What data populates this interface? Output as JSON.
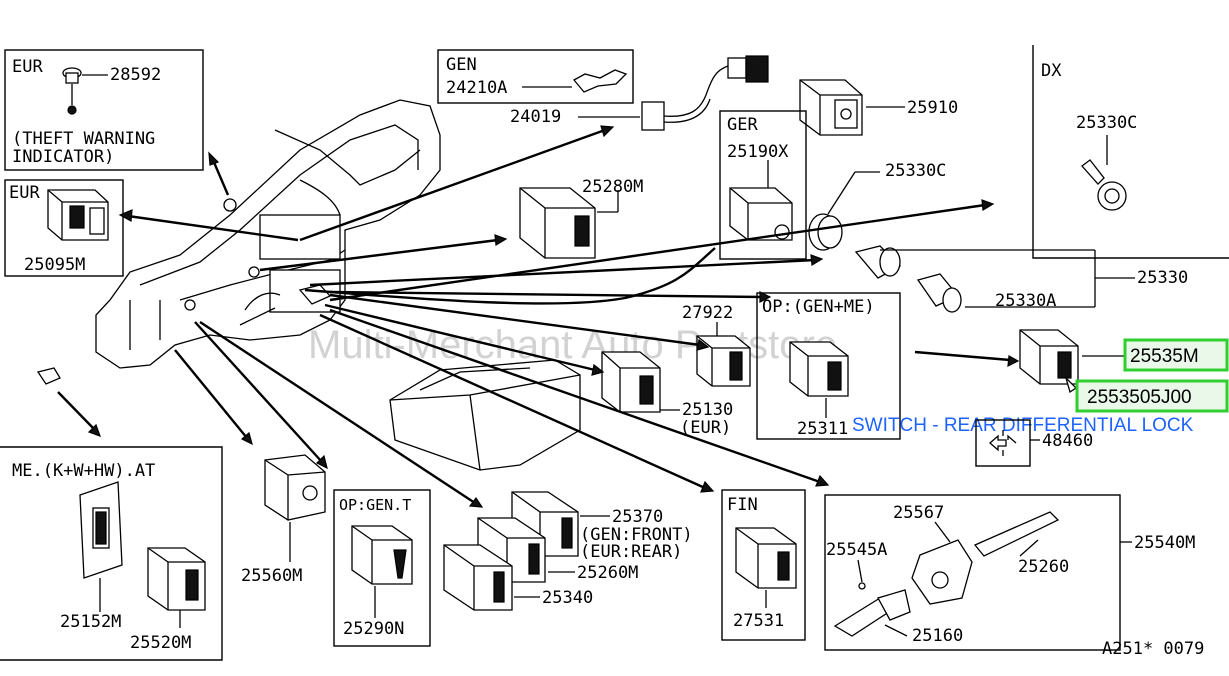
{
  "watermark": "Multi-Merchant Auto Partstore",
  "drawing_code": "A251* 0079",
  "highlight": {
    "part_number": "25535M",
    "oem_number": "2553505J00",
    "description": "SWITCH - REAR DIFFERENTIAL LOCK",
    "colors": {
      "border": "#2fcf2f",
      "fill": "#e9f8e9",
      "caption": "#1e63ff"
    }
  },
  "boxes": {
    "eur_theft": {
      "title": "EUR",
      "part": "28592",
      "note_line1": "(THEFT WARNING",
      "note_line2": "INDICATOR)"
    },
    "eur_switch": {
      "title": "EUR",
      "part": "25095M"
    },
    "gen": {
      "title": "GEN",
      "part": "24210A"
    },
    "ger": {
      "title": "GER",
      "part": "25190X"
    },
    "dx": {
      "title": "DX",
      "part": "25330C"
    },
    "op_gen_me": {
      "title": "OP:(GEN+ME)",
      "part": "25311"
    },
    "me_kwhw": {
      "title": "ME.(K+W+HW).AT"
    },
    "op_gen_t": {
      "title": "OP:GEN.T",
      "part": "25290N"
    },
    "fin": {
      "title": "FIN",
      "part": "27531"
    }
  },
  "labels": {
    "p24019": "24019",
    "p25910": "25910",
    "p25280m": "25280M",
    "p25330c": "25330C",
    "p25330": "25330",
    "p25330a": "25330A",
    "p27922": "27922",
    "p25130": "25130",
    "p25130_note": "(EUR)",
    "p48460": "48460",
    "p25560m": "25560M",
    "p25152m": "25152M",
    "p25520m": "25520M",
    "p25370": "25370",
    "p25370_note1": "(GEN:FRONT)",
    "p25370_note2": "(EUR:REAR)",
    "p25260m": "25260M",
    "p25340": "25340",
    "p25567": "25567",
    "p25545a": "25545A",
    "p25260": "25260",
    "p25540m": "25540M",
    "p25160": "25160"
  }
}
